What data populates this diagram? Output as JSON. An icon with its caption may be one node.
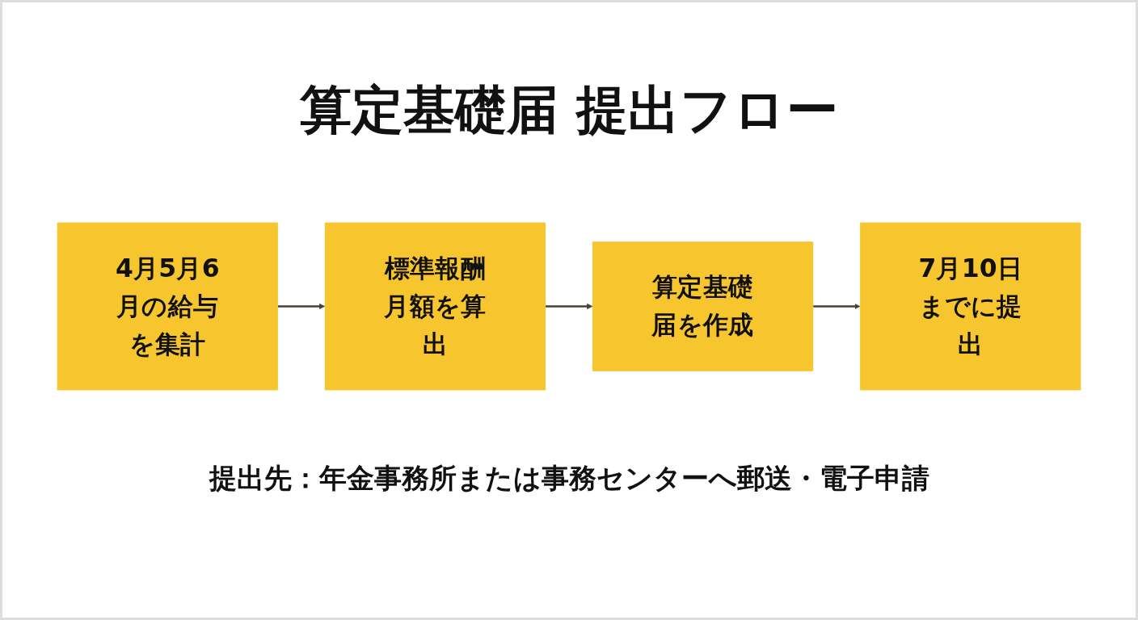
{
  "diagram": {
    "title": "算定基礎届 提出フロー",
    "nodes": [
      {
        "text": [
          "4月5月6月の給与を集計"
        ]
      },
      {
        "text": [
          "標準報酬月額を算出"
        ]
      },
      {
        "text": [
          "算定基礎届を作成"
        ]
      },
      {
        "text": [
          "7月10日までに提出"
        ]
      }
    ],
    "edges": [
      {
        "from": 0,
        "to": 1,
        "arrow": "to"
      },
      {
        "from": 1,
        "to": 2,
        "arrow": "to"
      },
      {
        "from": 2,
        "to": 3,
        "arrow": "to"
      }
    ],
    "caption": "提出先：年金事務所または事務センターへ郵送・電子申請"
  }
}
